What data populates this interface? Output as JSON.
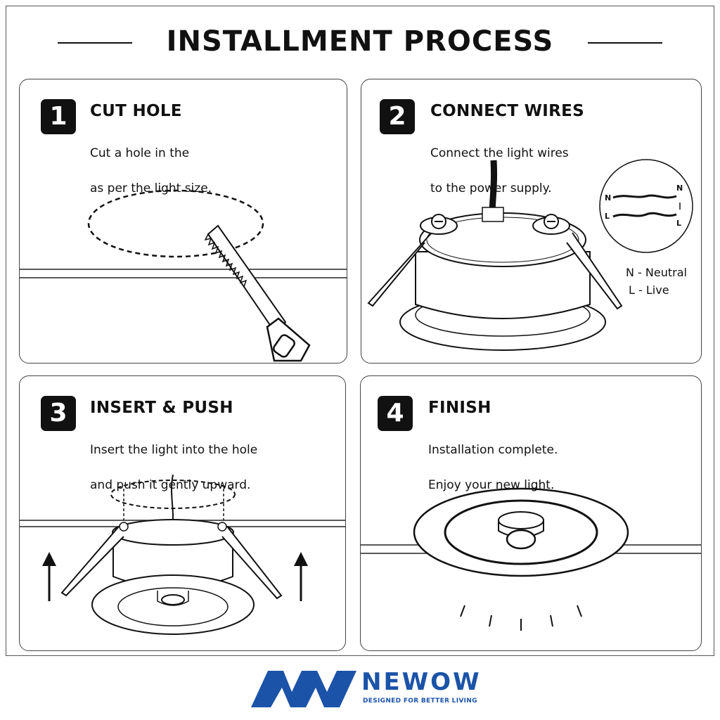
{
  "title": "INSTALLMENT PROCESS",
  "steps": [
    {
      "number": "1",
      "title": "CUT HOLE",
      "desc_line1": "Cut a hole in the",
      "desc_line2": "as per the light size."
    },
    {
      "number": "2",
      "title": "CONNECT WIRES",
      "desc_line1": "Connect the light wires",
      "desc_line2": "to the power supply."
    },
    {
      "number": "3",
      "title": "INSERT & PUSH",
      "desc_line1": "Insert the light into the hole",
      "desc_line2": "and push it gently upward."
    },
    {
      "number": "4",
      "title": "FINISH",
      "desc_line1": "Installation complete.",
      "desc_line2": "Enjoy your new light."
    }
  ],
  "wiring": {
    "n_letter": "N",
    "l_letter": "L",
    "legend_neutral": "N - Neutral",
    "legend_live": "L - Live"
  },
  "brand": {
    "name": "NEWOW",
    "tagline": "DESIGNED FOR BETTER LIVING",
    "color": "#1b53a8"
  }
}
